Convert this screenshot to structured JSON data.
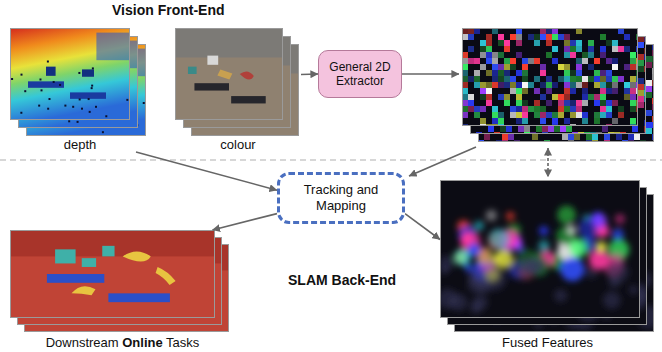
{
  "diagram": {
    "nodes": [
      {
        "text": [
          "depth"
        ]
      },
      {
        "text": [
          "colour"
        ]
      },
      {
        "text": [
          "General 2D Extractor"
        ]
      },
      {
        "text": [
          "Tracking and Mapping"
        ]
      },
      {
        "text": [
          "Downstream Online Tasks"
        ]
      },
      {
        "text": [
          "Fused Features"
        ]
      }
    ],
    "edges": [
      {
        "from": 0,
        "to": 3,
        "arrow": "to"
      },
      {
        "from": 1,
        "to": 2,
        "arrow": "to"
      },
      {
        "from": 3,
        "to": 4,
        "arrow": "to"
      },
      {
        "from": 3,
        "to": 5,
        "arrow": "to"
      }
    ],
    "labels": [
      "Vision Front-End",
      "SLAM Back-End"
    ]
  }
}
